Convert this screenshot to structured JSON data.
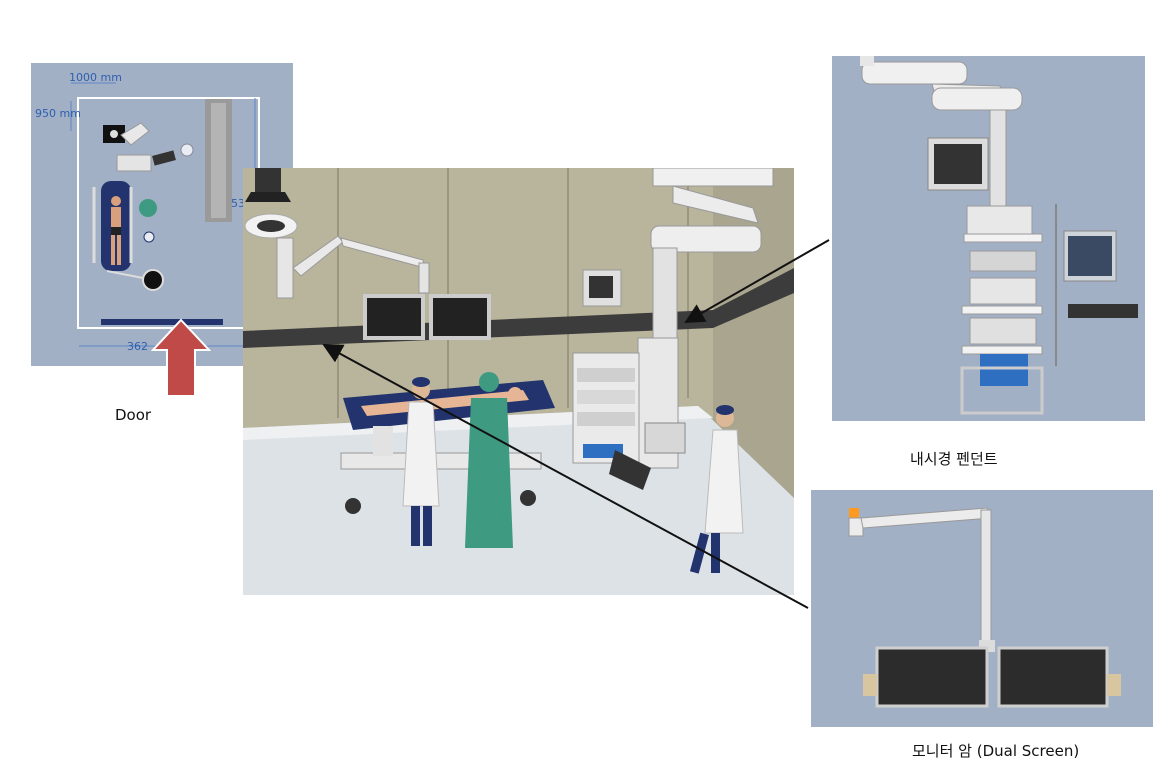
{
  "floor_plan": {
    "dim_width": "1000 mm",
    "dim_depth": "950 mm",
    "dim_room_width": "362",
    "dim_room_depth": "53"
  },
  "labels": {
    "door": "Door",
    "endoscope_pendant": "내시경 펜던트",
    "monitor_arm": "모니터 암 (Dual Screen)"
  },
  "colors": {
    "panel_bg": "#a2b0c6",
    "door_arrow": "#c04a48",
    "drape_blue": "#22336d",
    "gown_green": "#3e9a80",
    "wall": "#b8b39b"
  }
}
